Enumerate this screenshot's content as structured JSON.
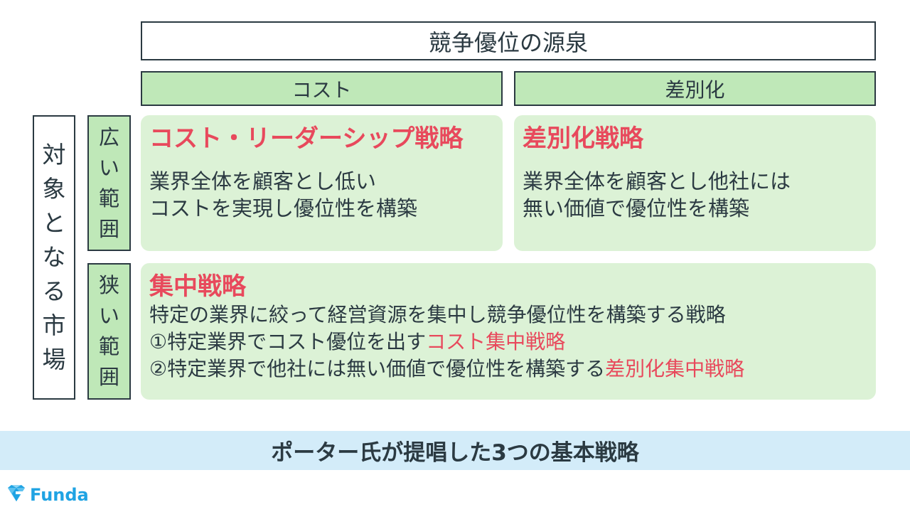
{
  "header": {
    "title": "競争優位の源泉"
  },
  "columns": [
    {
      "label": "コスト"
    },
    {
      "label": "差別化"
    }
  ],
  "rows_axis": {
    "label": [
      "対",
      "象",
      "と",
      "な",
      "る",
      "市",
      "場"
    ]
  },
  "rows": [
    {
      "label": [
        "広",
        "い",
        "範",
        "囲"
      ]
    },
    {
      "label": [
        "狭",
        "い",
        "範",
        "囲"
      ]
    }
  ],
  "cells": {
    "cost_leadership": {
      "title": "コスト・リーダーシップ戦略",
      "lines": [
        "業界全体を顧客とし低い",
        "コストを実現し優位性を構築"
      ]
    },
    "differentiation": {
      "title": "差別化戦略",
      "lines": [
        "業界全体を顧客とし他社には",
        "無い価値で優位性を構築"
      ]
    },
    "focus": {
      "title": "集中戦略",
      "line1": "特定の業界に絞って経営資源を集中し競争優位性を構築する戦略",
      "line2_prefix": "①特定業界でコスト優位を出す",
      "line2_highlight": "コスト集中戦略",
      "line3_prefix": "②特定業界で他社には無い価値で優位性を構築する",
      "line3_highlight": "差別化集中戦略"
    }
  },
  "footer": {
    "caption": "ポーター氏が提唱した3つの基本戦略"
  },
  "brand": {
    "name": "Funda",
    "icon": "gem-logo-icon"
  },
  "colors": {
    "accent_red": "#e8495c",
    "header_green": "#bfe8b8",
    "cell_green": "#dcf2d6",
    "footer_blue": "#d3ecf9",
    "brand_blue": "#1fa3e3",
    "text_dark": "#2b3a42"
  }
}
